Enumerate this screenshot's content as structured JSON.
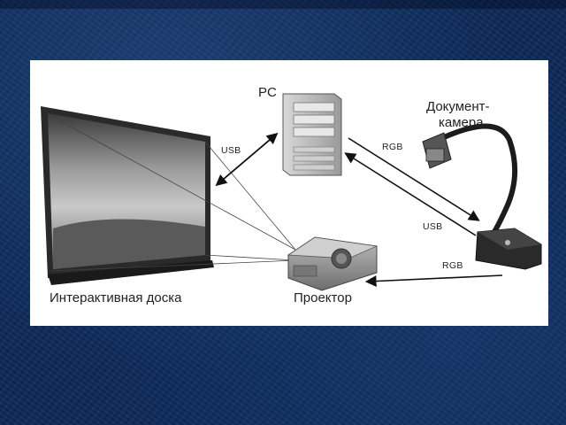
{
  "labels": {
    "pc": "PC",
    "camera_line1": "Документ-",
    "camera_line2": "камера",
    "board": "Интерактивная доска",
    "projector": "Проектор",
    "usb_board": "USB",
    "rgb_pc_camera": "RGB",
    "usb_camera": "USB",
    "rgb_projector": "RGB"
  },
  "colors": {
    "background": "#0c2a58",
    "panel": "#ffffff",
    "text": "#222222"
  }
}
